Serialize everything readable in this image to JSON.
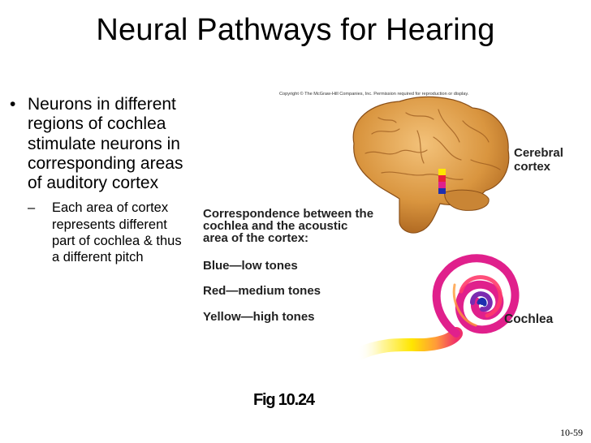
{
  "slide": {
    "title": "Neural Pathways for Hearing",
    "bullet_main": "Neurons in different regions of cochlea stimulate neurons in corresponding areas of auditory cortex",
    "bullet_sub": "Each area of cortex represents different part of cochlea & thus a different pitch",
    "bullet_marker": "•",
    "sub_marker": "–",
    "figure_ref": "Fig 10.24",
    "slide_number": "10-59"
  },
  "figure": {
    "copyright": "Copyright © The McGraw-Hill Companies, Inc. Permission required for reproduction or display.",
    "cerebral_cortex_label": "Cerebral\ncortex",
    "correspondence_text": "Correspondence between the\ncochlea and the acoustic\narea of the cortex:",
    "blue_label": "Blue—low tones",
    "red_label": "Red—medium tones",
    "yellow_label": "Yellow—high tones",
    "cochlea_label": "Cochlea",
    "colors": {
      "brain": "#d9953f",
      "blue": "#1e2fb0",
      "red": "#e8203a",
      "yellow": "#ffe600",
      "magenta": "#e0208c"
    }
  }
}
